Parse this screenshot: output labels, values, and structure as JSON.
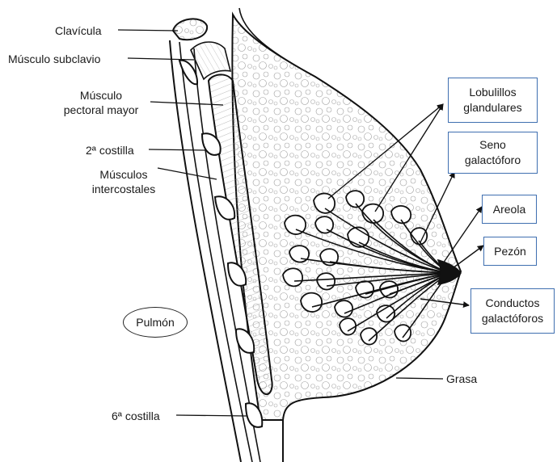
{
  "labels": {
    "clavicula": "Clavícula",
    "subclavio": "Músculo subclavio",
    "pectoral_1": "Músculo",
    "pectoral_2": "pectoral mayor",
    "costilla2": "2ª costilla",
    "intercostales_1": "Músculos",
    "intercostales_2": "intercostales",
    "pulmon": "Pulmón",
    "costilla6": "6ª costilla",
    "grasa": "Grasa"
  },
  "boxes": {
    "lobulillos_1": "Lobulillos",
    "lobulillos_2": "glandulares",
    "seno_1": "Seno",
    "seno_2": "galactóforo",
    "areola": "Areola",
    "pezon": "Pezón",
    "conductos_1": "Conductos",
    "conductos_2": "galactóforos"
  },
  "colors": {
    "box_border": "#3f6fb0",
    "ink": "#1a1a1a"
  }
}
